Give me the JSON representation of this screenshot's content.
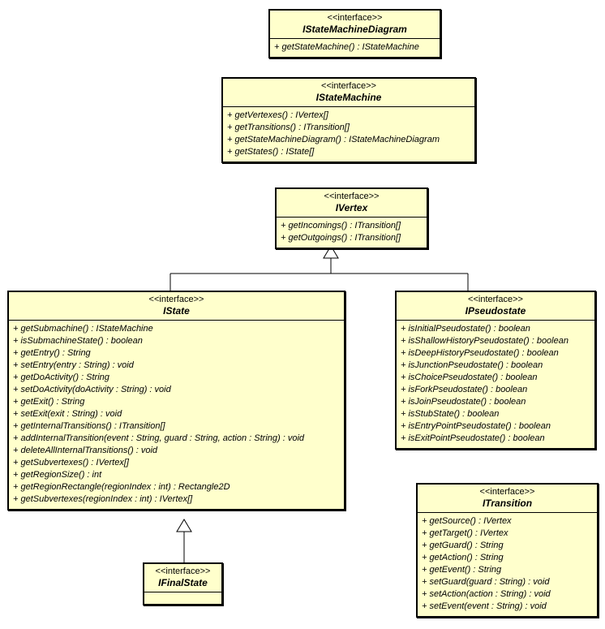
{
  "diagram": {
    "kind": "uml-class-diagram",
    "background_color": "#ffffff",
    "box_fill_color": "#ffffcc",
    "box_border_color": "#000000"
  },
  "classes": [
    {
      "stereotype": "<<interface>>",
      "name": "IStateMachineDiagram",
      "methods": [
        "+ getStateMachine() : IStateMachine"
      ]
    },
    {
      "stereotype": "<<interface>>",
      "name": "IStateMachine",
      "methods": [
        "+ getVertexes() : IVertex[]",
        "+ getTransitions() : ITransition[]",
        "+ getStateMachineDiagram() : IStateMachineDiagram",
        "+ getStates() : IState[]"
      ]
    },
    {
      "stereotype": "<<interface>>",
      "name": "IVertex",
      "methods": [
        "+ getIncomings() : ITransition[]",
        "+ getOutgoings() : ITransition[]"
      ]
    },
    {
      "stereotype": "<<interface>>",
      "name": "IState",
      "methods": [
        "+ getSubmachine() : IStateMachine",
        "+ isSubmachineState() : boolean",
        "+ getEntry() : String",
        "+ setEntry(entry : String) : void",
        "+ getDoActivity() : String",
        "+ setDoActivity(doActivity : String) : void",
        "+ getExit() : String",
        "+ setExit(exit : String) : void",
        "+ getInternalTransitions() : ITransition[]",
        "+ addInternalTransition(event : String, guard : String, action : String) : void",
        "+ deleteAllInternalTransitions() : void",
        "+ getSubvertexes() : IVertex[]",
        "+ getRegionSize() : int",
        "+ getRegionRectangle(regionIndex : int) : Rectangle2D",
        "+ getSubvertexes(regionIndex : int) : IVertex[]"
      ]
    },
    {
      "stereotype": "<<interface>>",
      "name": "IPseudostate",
      "methods": [
        "+ isInitialPseudostate() : boolean",
        "+ isShallowHistoryPseudostate() : boolean",
        "+ isDeepHistoryPseudostate() : boolean",
        "+ isJunctionPseudostate() : boolean",
        "+ isChoicePseudostate() : boolean",
        "+ isForkPseudostate() : boolean",
        "+ isJoinPseudostate() : boolean",
        "+ isStubState() : boolean",
        "+ isEntryPointPseudostate() : boolean",
        "+ isExitPointPseudostate() : boolean"
      ]
    },
    {
      "stereotype": "<<interface>>",
      "name": "ITransition",
      "methods": [
        "+ getSource() : IVertex",
        "+ getTarget() : IVertex",
        "+ getGuard() : String",
        "+ getAction() : String",
        "+ getEvent() : String",
        "+ setGuard(guard : String) : void",
        "+ setAction(action : String) : void",
        "+ setEvent(event : String) : void"
      ]
    },
    {
      "stereotype": "<<interface>>",
      "name": "IFinalState",
      "methods": []
    }
  ],
  "relations": [
    {
      "type": "generalization",
      "from": "IState",
      "to": "IVertex"
    },
    {
      "type": "generalization",
      "from": "IPseudostate",
      "to": "IVertex"
    },
    {
      "type": "generalization",
      "from": "IFinalState",
      "to": "IState"
    }
  ]
}
